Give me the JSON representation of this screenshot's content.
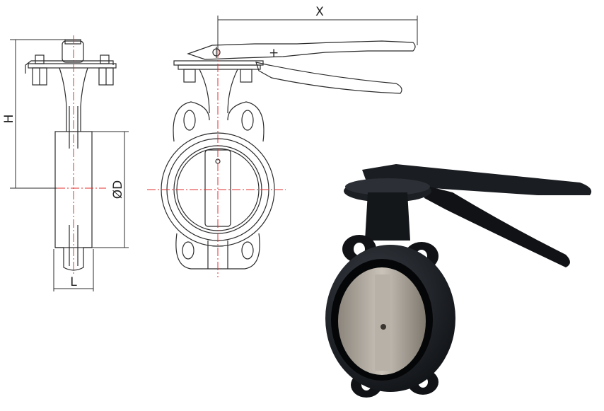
{
  "dimensions": {
    "x_label": "X",
    "h_label": "H",
    "d_label": "ØD",
    "l_label": "L"
  },
  "colors": {
    "outline": "#2b2b2b",
    "centerline": "#e0302f",
    "valve_body": "#15181c",
    "disc": "#a9a39b",
    "background": "#ffffff"
  },
  "icons": {
    "product_photo": "butterfly-valve-photo-icon"
  }
}
